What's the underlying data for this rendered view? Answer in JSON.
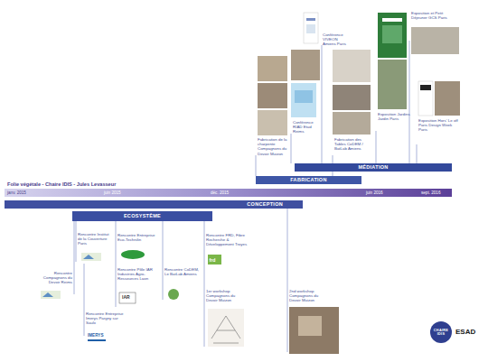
{
  "diagram": {
    "title": "Folie végétale - Chaire IDIS - Jules Levasseur",
    "nodes": [
      {
        "text": [
          "MÉDIATION"
        ]
      },
      {
        "text": [
          "FABRICATION"
        ]
      },
      {
        "text": [
          "janv. 2015",
          "juin 2015",
          "déc. 2015",
          "juin 2016",
          "sept. 2016"
        ]
      },
      {
        "text": [
          "CONCEPTION"
        ]
      },
      {
        "text": [
          "ECOSYSTÈME"
        ]
      },
      {
        "text": [
          "CHAIRE IDIS"
        ]
      }
    ],
    "labels": [
      "Exposition et Petit Déjeuner GCS Paris",
      "Conférence VIVEON Amiens Paris",
      "Exposition Jardins Jardin Paris",
      "Conférence RIAD Etud Reims",
      "Exposition Hors' Le off Paris Design Week Paris",
      "Fabrication de la charpente Compagnons du Devoir Muizon",
      "Fabrication des Tables CoDEM / BatLab Amiens",
      "Rencontre Institut de la Couverture Paris",
      "Rencontre Entreprise Eco-Technilin",
      "Rencontre FRD, Fibre Recherche & Développement Troyes",
      "Rencontre Compagnons du Devoir Reims",
      "Rencontre Pôle IAR Industries Agro-Ressources Laon",
      "Rencontre CoDEM, Le BatLab Amiens",
      "1er workshop Compagnons du Devoir Muizon",
      "2nd workshop Compagnons du Devoir Muizon",
      "Rencontre Entreprise Imerys Pargny sur Saulx",
      "frd",
      "IAR",
      "IMERYS",
      "ESAD"
    ]
  }
}
